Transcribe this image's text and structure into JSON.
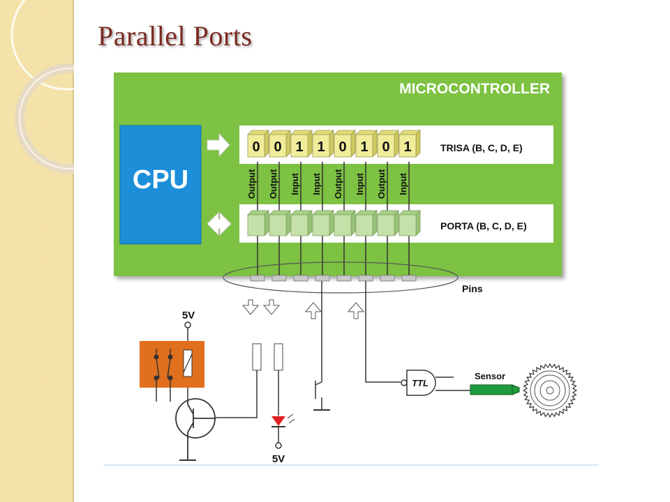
{
  "slide": {
    "title": "Parallel Ports"
  },
  "diagram": {
    "block_title": "MICROCONTROLLER",
    "cpu_label": "CPU",
    "tris_register_label": "TRISA (B, C, D, E)",
    "port_register_label": "PORTA (B, C, D, E)",
    "tris_bits": [
      "0",
      "0",
      "1",
      "1",
      "0",
      "1",
      "0",
      "1"
    ],
    "pin_directions": [
      "Output",
      "Output",
      "Input",
      "Input",
      "Output",
      "Input",
      "Output",
      "Input"
    ],
    "pins_label": "Pins",
    "supply_top": "5V",
    "supply_bottom": "5V",
    "gate_label": "TTL",
    "sensor_label": "Sensor"
  },
  "colors": {
    "mcu_green": "#7dc242",
    "cpu_blue": "#1d8ed8",
    "tris_cell": "#f1ec9a",
    "port_cell": "#c5e0a8",
    "relay_orange": "#e0701e",
    "sensor_green": "#1f9a3c",
    "led_red": "#e02020",
    "title_color": "#7b2a22",
    "sidebar": "#f6e7b4"
  }
}
